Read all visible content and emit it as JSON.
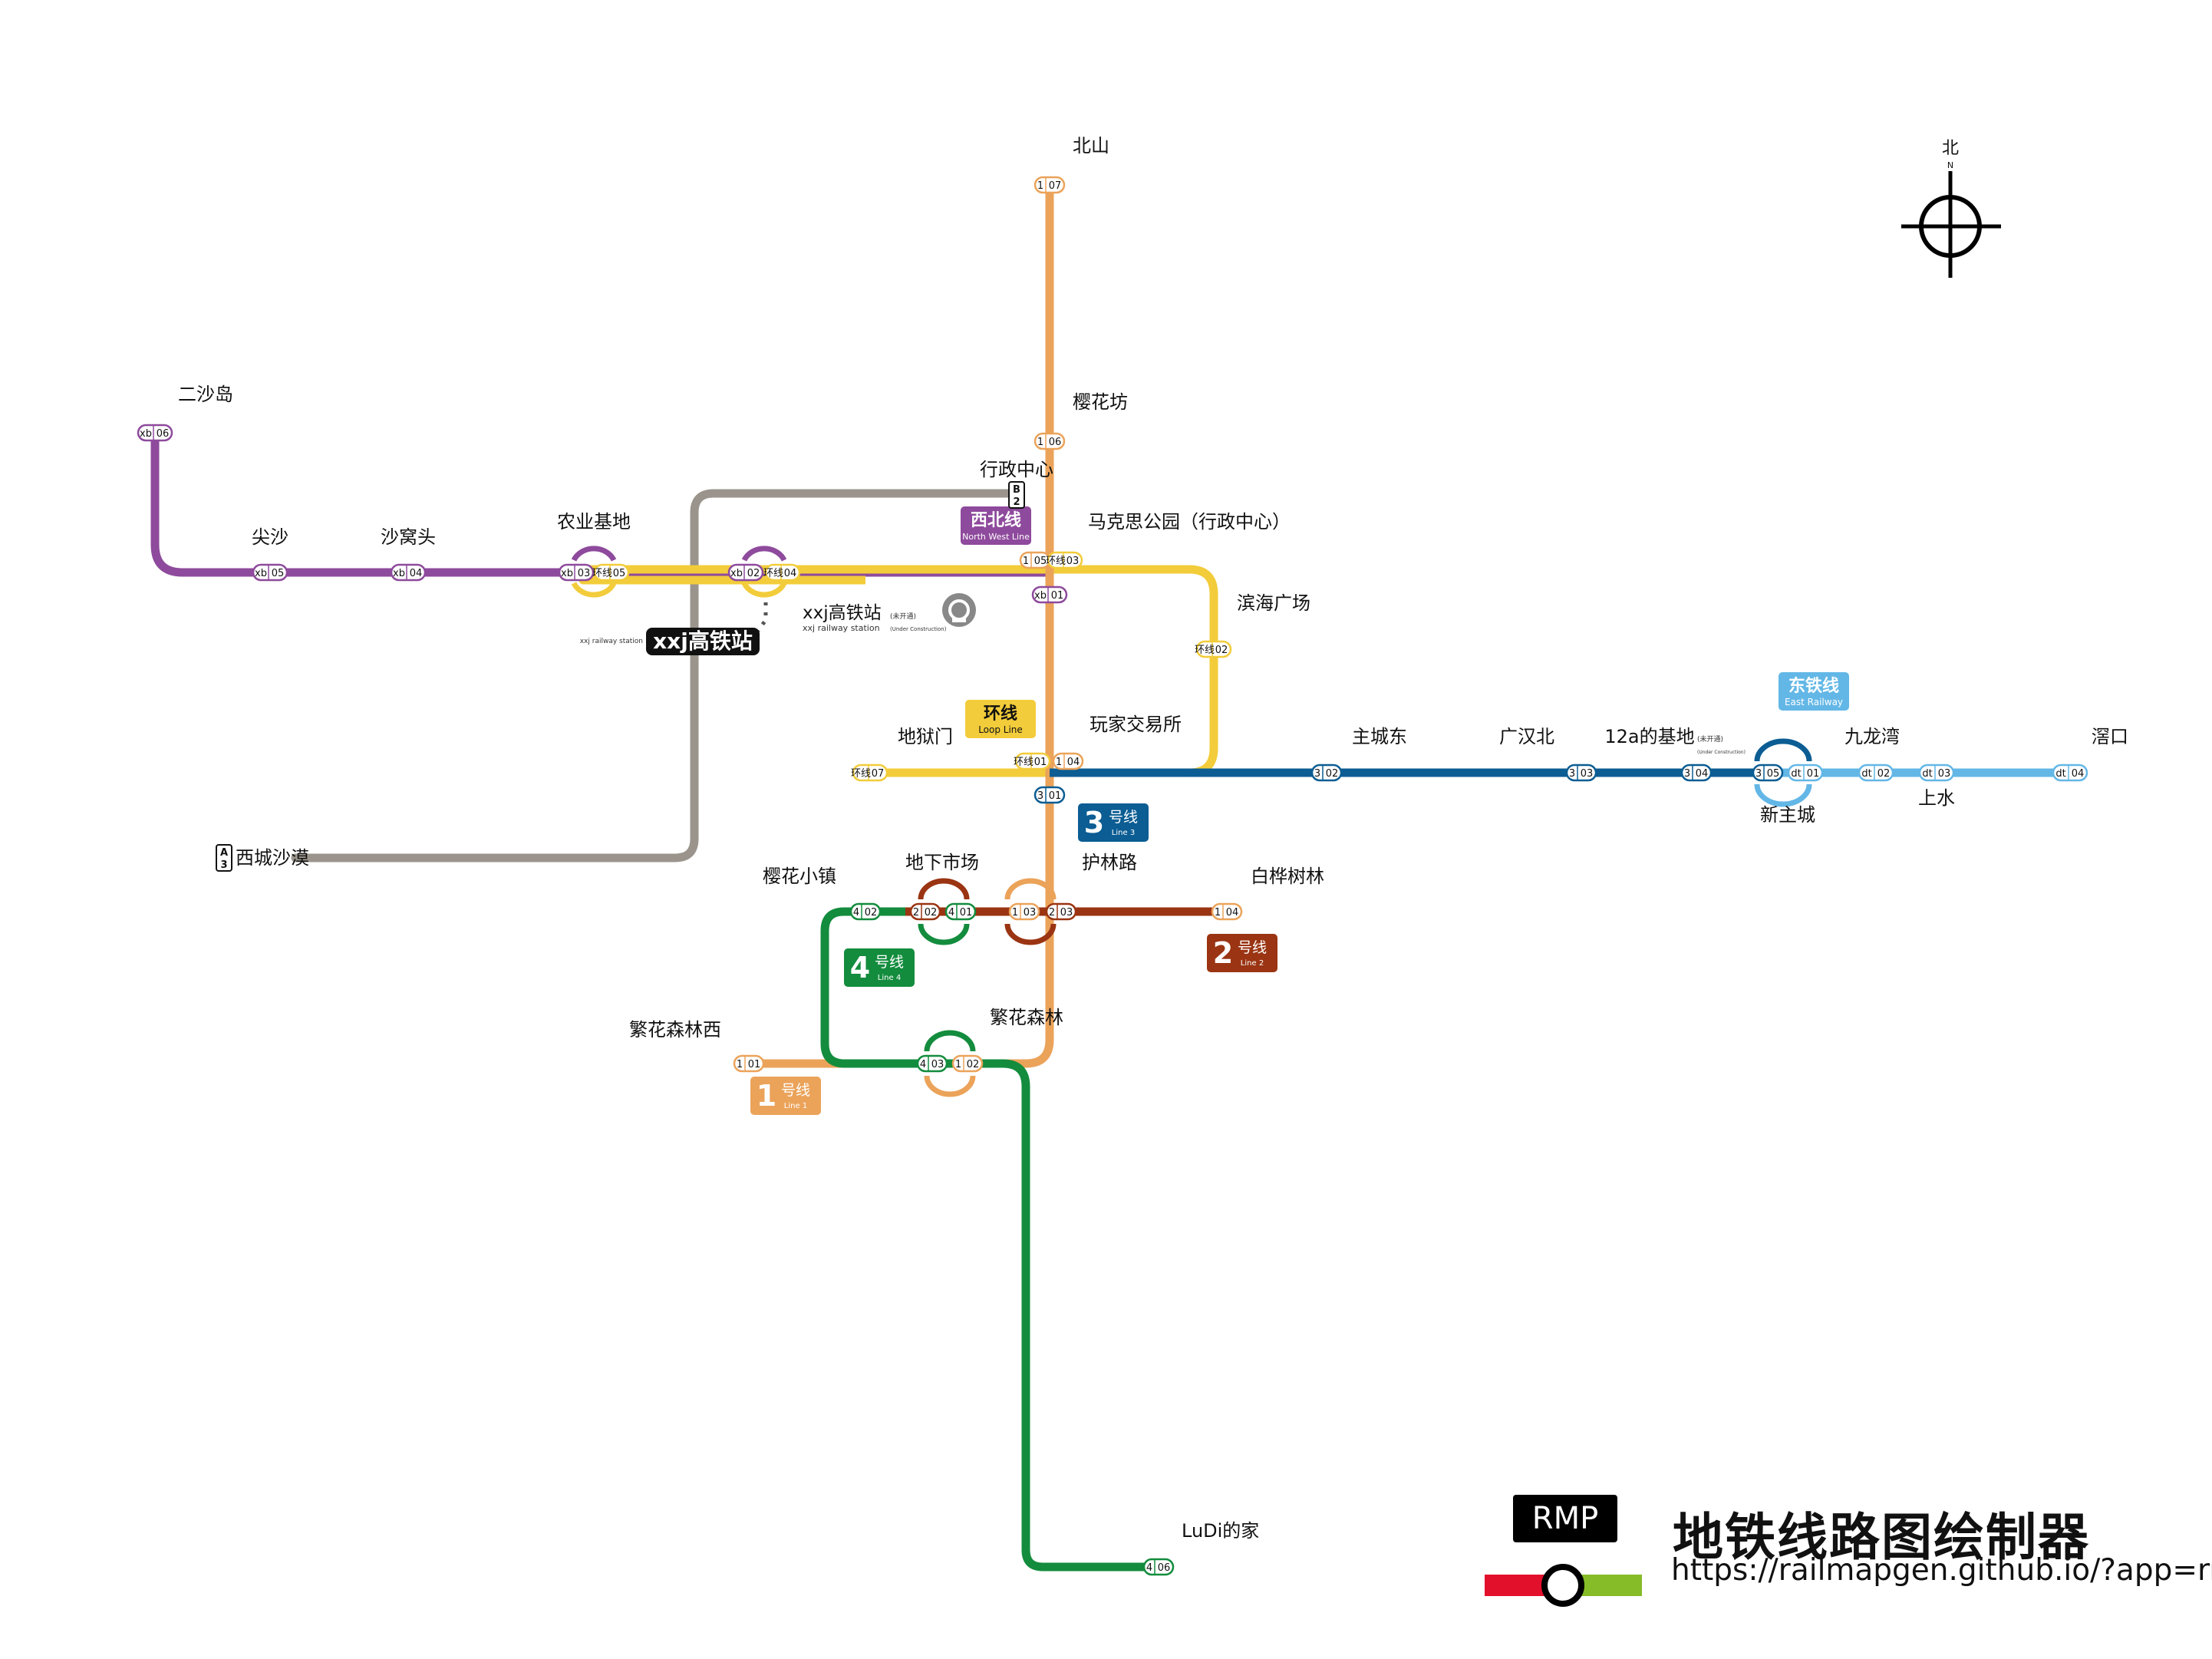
{
  "compass": {
    "label": "北",
    "letter": "N"
  },
  "lines": {
    "l1": {
      "color": "#EBA35A",
      "name_cn": "号线",
      "name_en": "Line 1",
      "number": "1"
    },
    "l2": {
      "color": "#9A3412",
      "name_cn": "号线",
      "name_en": "Line 2",
      "number": "2"
    },
    "l3": {
      "color": "#0B5D93",
      "name_cn": "号线",
      "name_en": "Line 3",
      "number": "3"
    },
    "l4": {
      "color": "#138C3D",
      "name_cn": "号线",
      "name_en": "Line 4",
      "number": "4"
    },
    "loop": {
      "color": "#F2CC3A",
      "name_cn": "环线",
      "name_en": "Loop Line"
    },
    "nw": {
      "color": "#8E4A9C",
      "name_cn": "西北线",
      "name_en": "North West Line"
    },
    "east": {
      "color": "#63B7E6",
      "name_cn": "东铁线",
      "name_en": "East Railway"
    },
    "gray": {
      "color": "#9A948C"
    }
  },
  "stations": {
    "beishan": {
      "name": "北山",
      "codes": [
        [
          "1",
          "07"
        ]
      ]
    },
    "yinghuafang": {
      "name": "樱花坊",
      "codes": [
        [
          "1",
          "06"
        ]
      ]
    },
    "xingzheng": {
      "name": "行政中心",
      "codes": [
        [
          "B",
          "2"
        ]
      ]
    },
    "makesi": {
      "name": "马克思公园（行政中心）",
      "codes": [
        [
          "1",
          "05"
        ],
        [
          "环线",
          "03"
        ],
        [
          "xb",
          "01"
        ]
      ]
    },
    "binhai": {
      "name": "滨海广场",
      "codes": [
        [
          "环线",
          "02"
        ]
      ]
    },
    "ershadao": {
      "name": "二沙岛",
      "codes": [
        [
          "xb",
          "06"
        ]
      ]
    },
    "jiansha": {
      "name": "尖沙",
      "codes": [
        [
          "xb",
          "05"
        ]
      ]
    },
    "shawotou": {
      "name": "沙窝头",
      "codes": [
        [
          "xb",
          "04"
        ]
      ]
    },
    "nongye": {
      "name": "农业基地",
      "codes": [
        [
          "xb",
          "03"
        ],
        [
          "环线",
          "05"
        ]
      ]
    },
    "xxj": {
      "name": "xxj高铁站",
      "name_en": "xxj railway station",
      "codes": [
        [
          "xb",
          "02"
        ],
        [
          "环线",
          "04"
        ]
      ]
    },
    "xxj_new": {
      "name": "xxj高铁站",
      "note": "(未开通)",
      "name_en": "xxj railway station",
      "note_en": "(Under Construction)"
    },
    "diyumen": {
      "name": "地狱门",
      "codes": [
        [
          "环线",
          "07"
        ]
      ]
    },
    "wanjia": {
      "name": "玩家交易所",
      "codes": [
        [
          "环线",
          "01"
        ],
        [
          "1",
          "04"
        ],
        [
          "3",
          "01"
        ]
      ]
    },
    "zhuchengdong": {
      "name": "主城东",
      "codes": [
        [
          "3",
          "02"
        ]
      ]
    },
    "guanghanbei": {
      "name": "广汉北",
      "codes": [
        [
          "3",
          "03"
        ]
      ]
    },
    "jidi12a": {
      "name": "12a的基地",
      "note": "(未开通)",
      "note_en": "(Under Construction)",
      "codes": [
        [
          "3",
          "04"
        ]
      ]
    },
    "xinzhucheng": {
      "name": "新主城",
      "codes": [
        [
          "3",
          "05"
        ],
        [
          "dt",
          "01"
        ]
      ]
    },
    "jiulongwan": {
      "name": "九龙湾",
      "codes": [
        [
          "dt",
          "02"
        ]
      ]
    },
    "shangshui": {
      "name": "上水",
      "codes": [
        [
          "dt",
          "03"
        ]
      ]
    },
    "luokou": {
      "name": "滘口",
      "codes": [
        [
          "dt",
          "04"
        ]
      ]
    },
    "xichengshamo": {
      "name": "西城沙漠",
      "codes": [
        [
          "A",
          "3"
        ]
      ]
    },
    "hulinlu": {
      "name": "护林路",
      "codes": [
        [
          "1",
          "03"
        ],
        [
          "2",
          "03"
        ]
      ]
    },
    "baihua": {
      "name": "白桦树林",
      "codes": [
        [
          "1",
          "04"
        ]
      ]
    },
    "dixia": {
      "name": "地下市场",
      "codes": [
        [
          "2",
          "02"
        ],
        [
          "4",
          "01"
        ]
      ]
    },
    "yinghuaxiaozhen": {
      "name": "樱花小镇",
      "codes": [
        [
          "4",
          "02"
        ]
      ]
    },
    "fanhuaxi": {
      "name": "繁花森林西",
      "codes": [
        [
          "1",
          "01"
        ]
      ]
    },
    "fanhua": {
      "name": "繁花森林",
      "codes": [
        [
          "4",
          "03"
        ],
        [
          "1",
          "02"
        ]
      ]
    },
    "ludi": {
      "name": "LuDi的家",
      "codes": [
        [
          "4",
          "06"
        ]
      ]
    }
  },
  "brand": {
    "rmp": "RMP",
    "title": "地铁线路图绘制器",
    "url": "https://railmapgen.github.io/?app=rmp",
    "colors": [
      "#E3102C",
      "#85BC27"
    ]
  }
}
